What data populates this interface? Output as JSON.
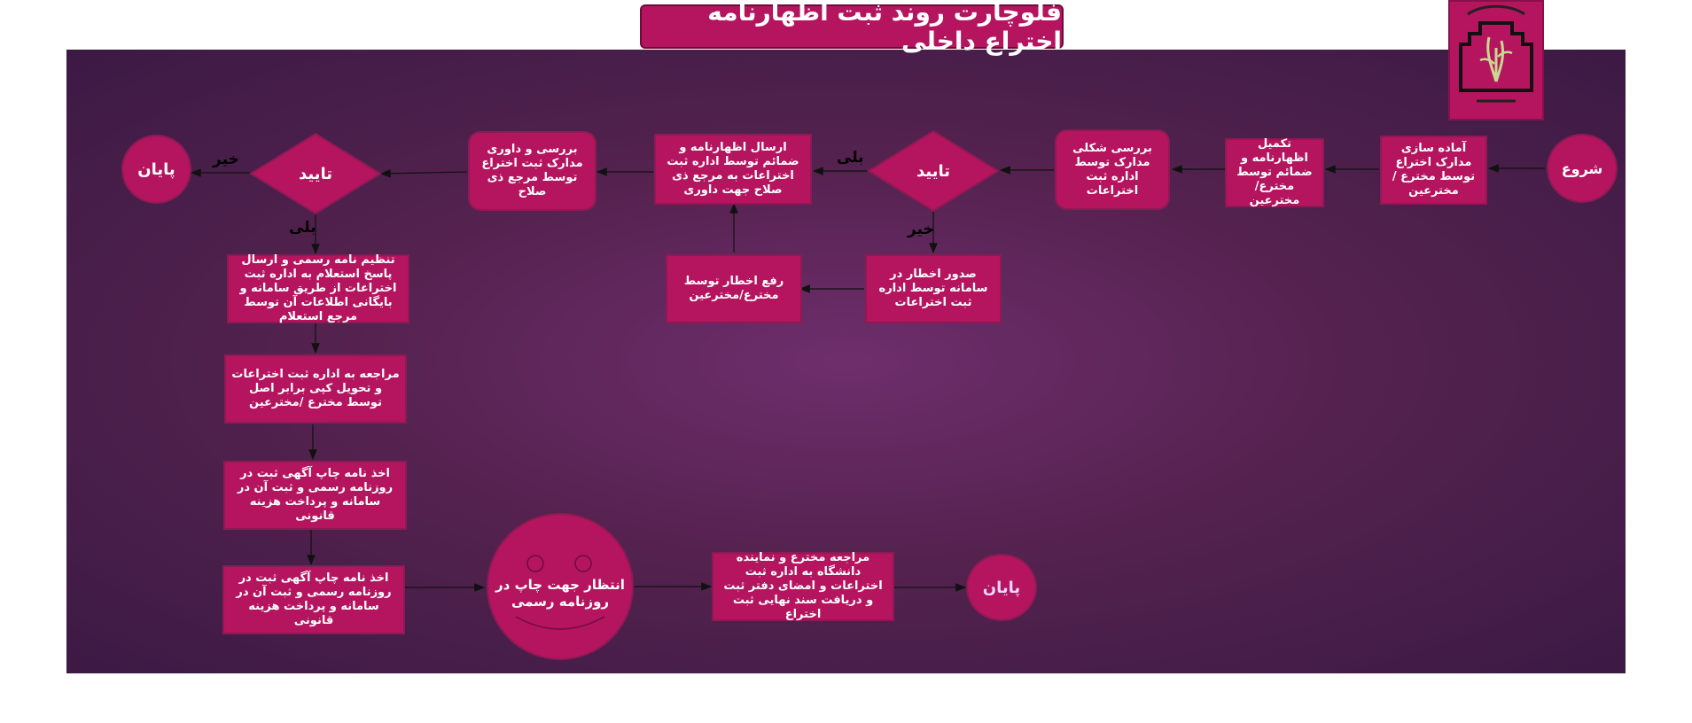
{
  "title": "فلوچارت روند ثبت اظهارنامه اختراع داخلی",
  "colors": {
    "accent": "#b5145f",
    "background": "#55224f"
  },
  "logo": {
    "icon": "university-logo-icon"
  },
  "nodes": {
    "start": "شروع",
    "prepare_docs": "آماده سازی مدارک اختراع توسط مخترع /مخترعین",
    "complete_declaration": "تکمیل اظهارنامه و ضمائم توسط مخترع/مخترعین",
    "formal_review": "بررسی شکلی مدارک توسط اداره ثبت اختراعات",
    "approve_1": "تایید",
    "send_declaration": "ارسال اظهارنامه و ضمائم توسط اداره ثبت اختراعات به مرجع ذی صلاح جهت داوری",
    "review_judging": "بررسی و داوری مدارک ثبت اختراع توسط مرجع ذی صلاح",
    "approve_2": "تایید",
    "end_top": "پایان",
    "issue_notice": "صدور اخطار در سامانه توسط اداره ثبت اختراعات",
    "resolve_notice": "رفع اخطار توسط مخترع/مخترعین",
    "official_letter": "تنظیم نامه رسمی و ارسال پاسخ استعلام به اداره ثبت اختراعات از طریق سامانه و بایگانی اطلاعات آن توسط مرجع استعلام",
    "visit_office": "مراجعه به اداره ثبت اختراعات و تحویل کپی برابر اصل توسط مخترع /مخترعین",
    "publish_notice_1": "اخذ نامه چاپ آگهی ثبت در روزنامه رسمی و ثبت آن در سامانه و پرداخت هزینه قانونی",
    "publish_notice_2": "اخذ نامه چاپ آگهی ثبت در روزنامه رسمی و ثبت آن در سامانه و پرداخت هزینه قانونی",
    "wait_print": "انتظار جهت چاپ در روزنامه رسمی",
    "final_visit": "مراجعه مخترع و نماینده دانشگاه به اداره ثبت اختراعات و امضای دفتر ثبت و دریافت سند نهایی ثبت اختراع",
    "end_bottom": "پایان"
  },
  "edge_labels": {
    "yes_1": "بلی",
    "no_1": "خیر",
    "yes_2": "بلی",
    "no_2": "خیر"
  }
}
